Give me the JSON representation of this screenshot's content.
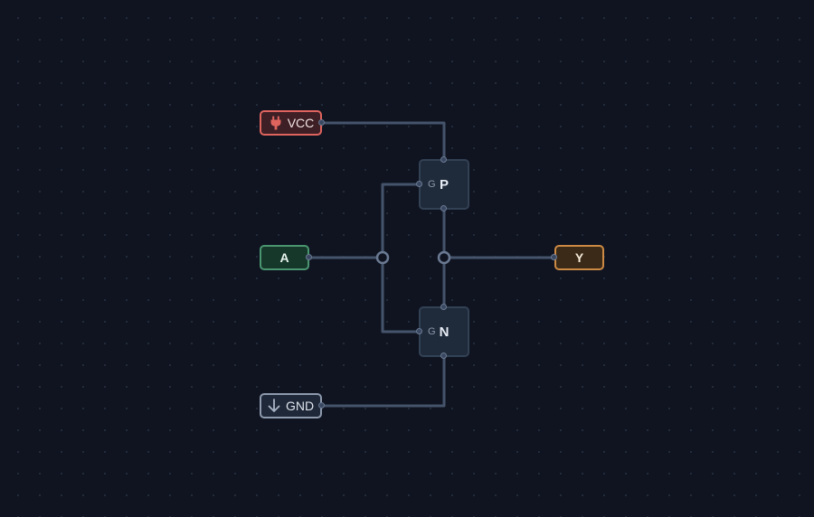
{
  "nodes": {
    "vcc": {
      "label": "VCC",
      "icon": "power-plug-icon",
      "color": "#e0645e"
    },
    "a": {
      "label": "A",
      "color": "#4a9670"
    },
    "y": {
      "label": "Y",
      "color": "#cc8a44"
    },
    "gnd": {
      "label": "GND",
      "icon": "arrow-down-icon",
      "color": "#8e9aae"
    }
  },
  "transistors": [
    {
      "type": "P",
      "gate_label": "G"
    },
    {
      "type": "N",
      "gate_label": "G"
    }
  ],
  "colors": {
    "background": "#0f1420",
    "wire": "#45536b",
    "transistor_fill": "#1f2a3a"
  }
}
